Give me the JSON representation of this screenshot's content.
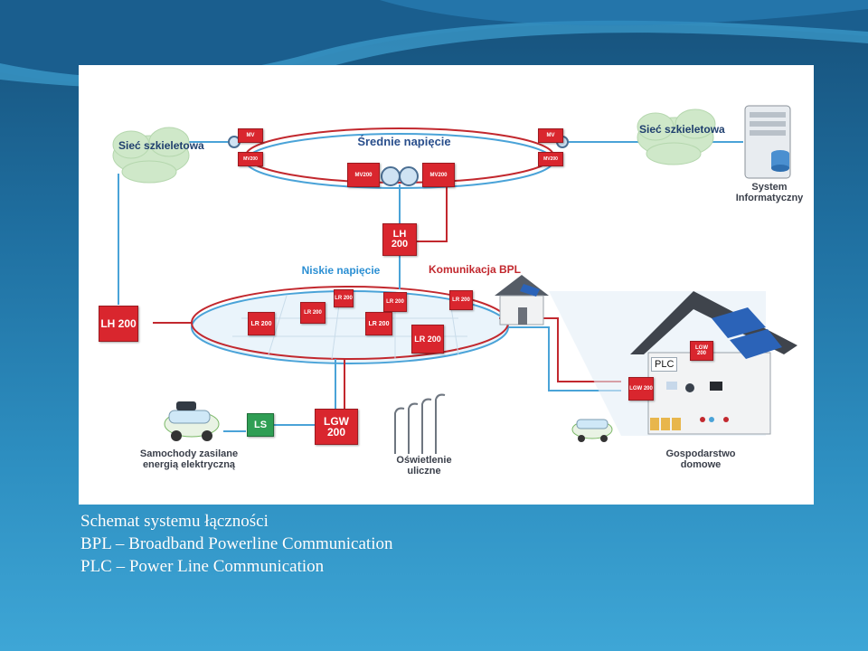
{
  "slide": {
    "caption": {
      "line1": "Schemat systemu łączności",
      "line2": "BPL – Broadband Powerline Communication",
      "line3": "PLC – Power Line Communication"
    }
  },
  "diagram": {
    "labels": {
      "cloud_left": "Sieć szkieletowa",
      "cloud_right": "Sieć szkieletowa",
      "medium_voltage": "Średnie napięcie",
      "low_voltage": "Niskie napięcie",
      "bpl_comm": "Komunikacja BPL",
      "server": "System Informatyczny",
      "cars": "Samochody zasilane energią elektryczną",
      "street_light": "Oświetlenie uliczne",
      "household": "Gospodarstwo domowe",
      "plc": "PLC"
    },
    "devices": {
      "mv_tl": "MV",
      "mv_tl2": "MV200",
      "mv_tr": "MV",
      "mv_tr2": "MV200",
      "mv_cl": "MV200",
      "mv_cr": "MV200",
      "lh_center": "LH 200",
      "lh_left": "LH 200",
      "lr1": "LR 200",
      "lr2": "LR 200",
      "lr3": "LR 200",
      "lr4": "LR 200",
      "lr5": "LR 200",
      "lr6": "LR 200",
      "lr7": "LR 200",
      "lgw_main": "LGW 200",
      "ls": "LS",
      "lgw_house": "LGW 200",
      "lgw_roof": "LGW 200"
    }
  },
  "colors": {
    "slide_top": "#16507a",
    "slide_bottom": "#3ea6d6",
    "device_red": "#d9262e",
    "device_green": "#2f9e54",
    "line_red": "#c2282e",
    "line_blue": "#4aa3d8"
  }
}
